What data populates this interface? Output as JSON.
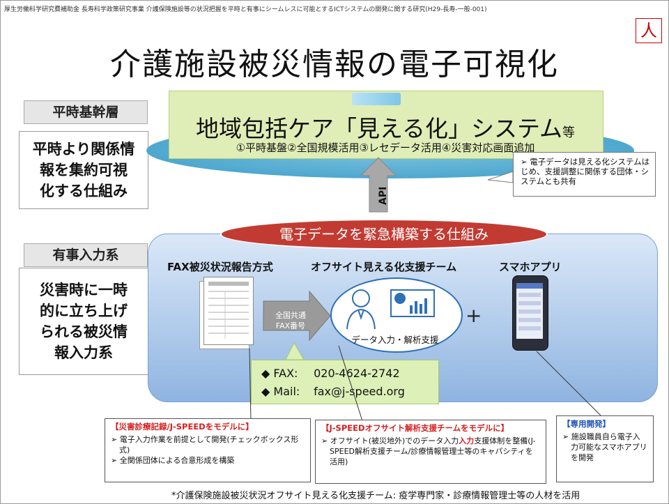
{
  "header_note": "厚生労働科学研究費補助金 長寿科学政策研究事業 介護保険施設等の状況把握を平時と有事にシームレスに可能とするICTシステムの開発に関する研究(H29-長寿-一般-001)",
  "corner_badge": "人",
  "title": "介護施設被災情報の電子可視化",
  "left_labels": {
    "top_tag": "平時基幹層",
    "top_desc_lines": [
      "平時より関係情",
      "報を集約可視",
      "化する仕組み"
    ],
    "bottom_tag": "有事入力系",
    "bottom_desc_lines": [
      "災害時に一時",
      "的に立ち上げ",
      "られる被災情",
      "報入力系"
    ]
  },
  "system": {
    "title": "地域包括ケア「見える化」システム",
    "title_suffix": "等",
    "subtitle": "①平時基盤②全国規模活用③レセデータ活用④災害対応画面追加"
  },
  "callout_top": "➢ 電子データは見える化システムはじめ、支援調整に関係する団体・システムとも共有",
  "api_label": "API",
  "emergency_banner": "電子データを緊急構築する仕組み",
  "columns": {
    "fax": "FAX被災状況報告方式",
    "offsite": "オフサイト見える化支援チーム",
    "app": "スマホアプリ"
  },
  "share_arrow_lines": [
    "全国共通",
    "FAX番号"
  ],
  "support_circle_text": "データ入力・解析支援",
  "plus": "+",
  "contact": {
    "fax_key": "◆ FAX:",
    "fax_value": "020-4624-2742",
    "mail_key": "◆ Mail:",
    "mail_value": "fax@j-speed.org"
  },
  "bottom_callouts": {
    "left": {
      "heading": "【災害診療記録/J-SPEEDをモデルに】",
      "bullets": [
        "➢ 電子入力作業を前提として開発(チェックボックス形式)",
        "➢ 全関係団体による合意形成を構築"
      ]
    },
    "middle": {
      "heading": "【J-SPEEDオフサイト解析支援チームをモデルに】",
      "bullet_pre": "➢ オフサイト(被災地外)でのデータ入力",
      "bullet_red": "入力",
      "bullet_post": "支援体制を整備(J-SPEED解析支援チーム/診療情報管理士等のキャパシティを活用)"
    },
    "right": {
      "heading": "【専用開発】",
      "bullets": [
        "➢ 施設職員自ら電子入力可能なスマホアプリを開発"
      ]
    }
  },
  "footer": "*介護保険施設被災状況オフサイト見える化支援チーム: 疫学専門家・診療情報管理士等の人材を活用",
  "colors": {
    "system_box": "#dfeeb6",
    "blue_ellipse": "#3a9cc8",
    "red_banner": "#c23b33",
    "panel": "#8fb4e0",
    "arrow_gray": "#999999",
    "highlight_red": "#d62020"
  }
}
